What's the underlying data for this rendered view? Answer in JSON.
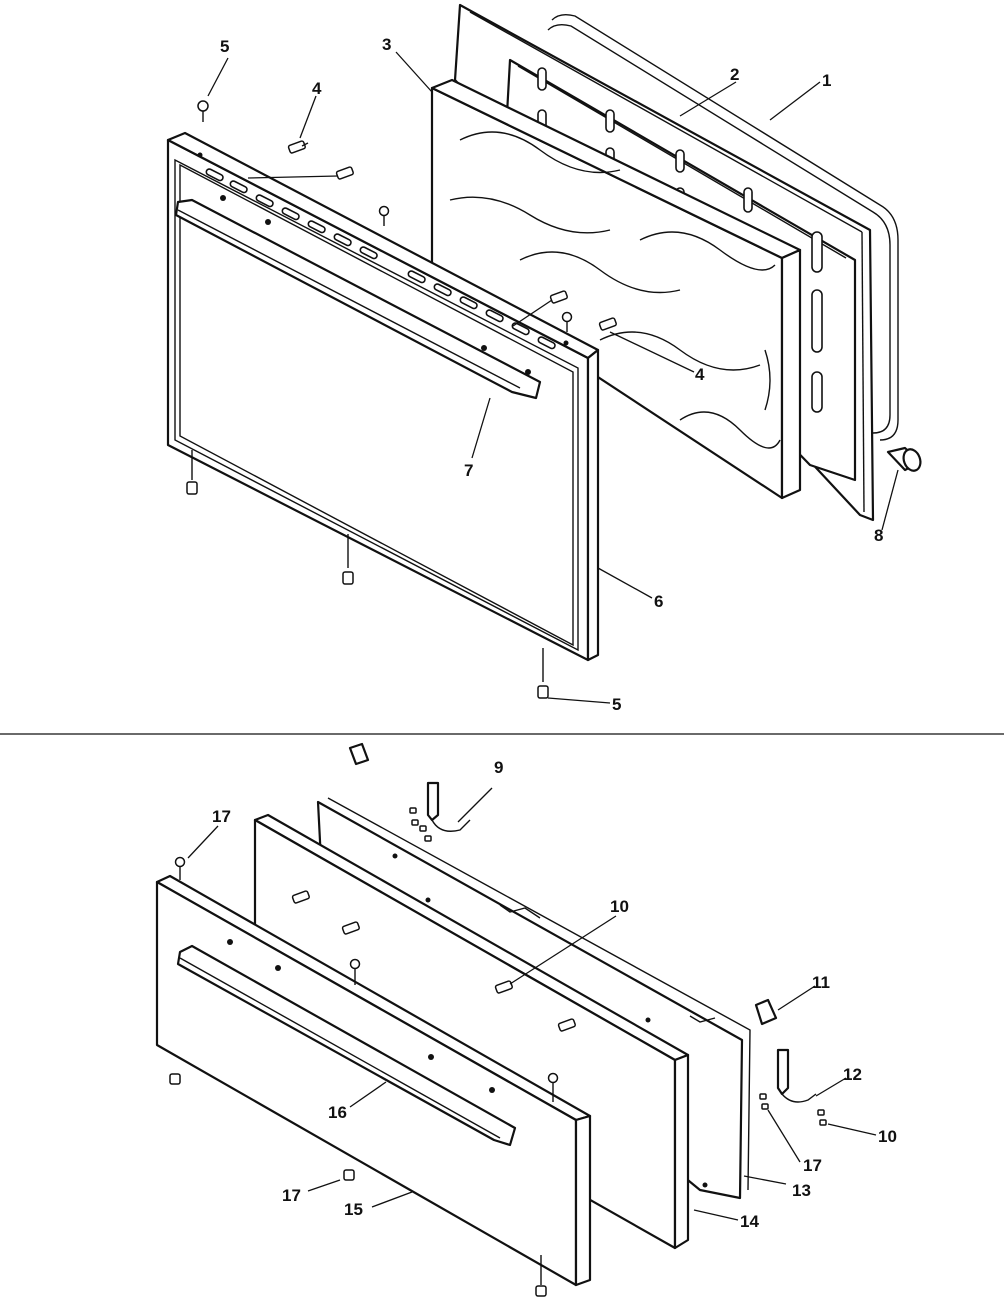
{
  "callouts": {
    "c1": "1",
    "c2": "2",
    "c3": "3",
    "c4a": "4",
    "c4b": "4",
    "c5a": "5",
    "c5b": "5",
    "c6": "6",
    "c7": "7",
    "c8": "8",
    "c9": "9",
    "c10a": "10",
    "c10b": "10",
    "c11": "11",
    "c12": "12",
    "c13": "13",
    "c14": "14",
    "c15": "15",
    "c16": "16",
    "c17a": "17",
    "c17b": "17",
    "c17c": "17"
  }
}
